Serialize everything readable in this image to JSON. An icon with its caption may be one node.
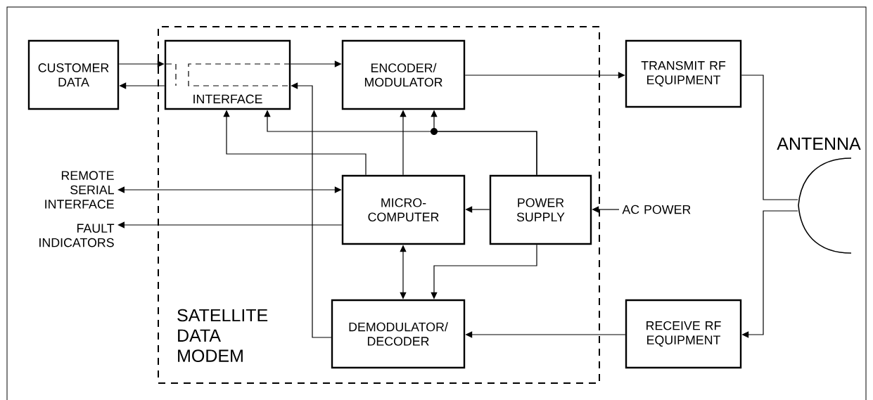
{
  "diagram": {
    "nodes": [
      {
        "text": [
          "SATELLITE DATA MODEM"
        ]
      },
      {
        "text": [
          "CUSTOMER DATA"
        ]
      },
      {
        "text": [
          "INTERFACE"
        ],
        "in": 0
      },
      {
        "text": [
          "ENCODER/ MODULATOR"
        ],
        "in": 0
      },
      {
        "text": [
          "TRANSMIT RF EQUIPMENT"
        ]
      },
      {
        "text": [
          "MICRO- COMPUTER"
        ],
        "in": 0
      },
      {
        "text": [
          "POWER SUPPLY"
        ],
        "in": 0
      },
      {
        "text": [
          "DEMODULATOR/ DECODER"
        ],
        "in": 0
      },
      {
        "text": [
          "RECEIVE RF EQUIPMENT"
        ]
      },
      {
        "text": [
          "REMOTE SERIAL INTERFACE"
        ]
      },
      {
        "text": [
          "FAULT INDICATORS"
        ]
      },
      {
        "text": [
          "AC POWER"
        ]
      },
      {
        "text": [
          "ANTENNA"
        ]
      }
    ],
    "edges": [
      {
        "from": 1,
        "to": 2,
        "arrow": "to"
      },
      {
        "from": 2,
        "to": 1,
        "arrow": "to"
      },
      {
        "from": 2,
        "to": 3,
        "arrow": "to"
      },
      {
        "from": 3,
        "to": 4,
        "arrow": "to"
      },
      {
        "from": 4,
        "to": 12,
        "arrow": "none"
      },
      {
        "from": 12,
        "to": 8,
        "arrow": "to"
      },
      {
        "from": 8,
        "to": 7,
        "arrow": "to"
      },
      {
        "from": 7,
        "to": 2,
        "arrow": "to"
      },
      {
        "from": 5,
        "to": 2,
        "arrow": "to"
      },
      {
        "from": 5,
        "to": 3,
        "arrow": "to"
      },
      {
        "from": 6,
        "to": 3,
        "arrow": "to"
      },
      {
        "from": 6,
        "to": 2,
        "arrow": "to"
      },
      {
        "from": 9,
        "to": 5,
        "arrow": "both"
      },
      {
        "from": 5,
        "to": 10,
        "arrow": "to"
      },
      {
        "from": 6,
        "to": 5,
        "arrow": "to"
      },
      {
        "from": 11,
        "to": 6,
        "arrow": "to"
      },
      {
        "from": 5,
        "to": 7,
        "arrow": "both"
      },
      {
        "from": 6,
        "to": 7,
        "arrow": "to"
      }
    ]
  }
}
